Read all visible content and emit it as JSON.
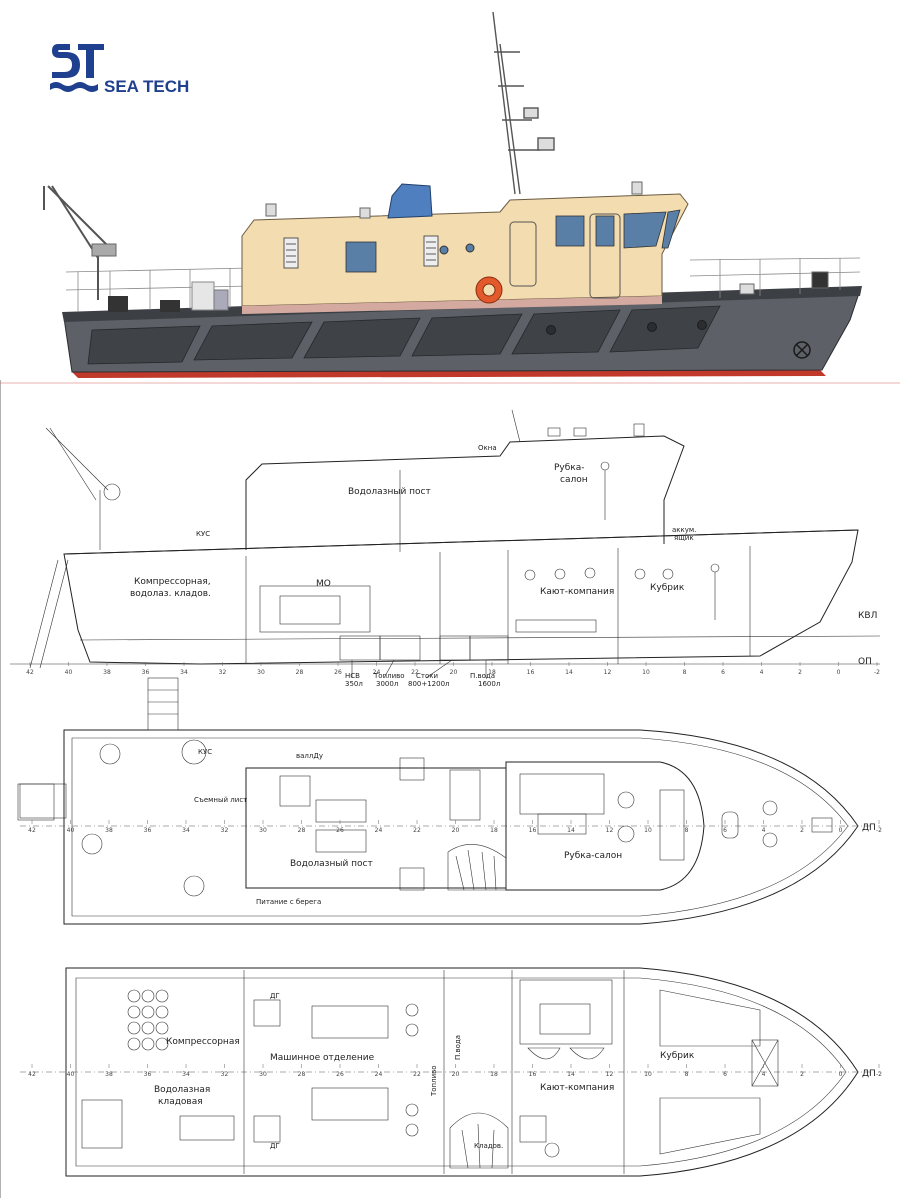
{
  "brand": {
    "name": "SEA TECH",
    "color": "#1f3f8f"
  },
  "colors": {
    "superstructure": "#f3dcb0",
    "hull": "#5d6066",
    "hull_dark": "#3c3f44",
    "waterline": "#c0392b",
    "funnel": "#4f7fbf",
    "lifebuoy": "#e2592b"
  },
  "profile": {
    "labels": {
      "diving_post": "Водолазный пост",
      "wheelhouse_a": "Рубка-",
      "wheelhouse_b": "салон",
      "compressor_a": "Компрессорная,",
      "compressor_b": "водолаз. кладов.",
      "engine_room": "МО",
      "mess": "Кают-компания",
      "cabin": "Кубрик",
      "battery_a": "аккум.",
      "battery_b": "ящик",
      "kvl": "КВЛ",
      "op": "ОП",
      "kus": "КУС",
      "windows": "Окна"
    },
    "tanks": [
      {
        "name": "НСВ",
        "volume": "350л"
      },
      {
        "name": "Топливо",
        "volume": "3000л"
      },
      {
        "name": "Стоки",
        "volume": "800+1200л"
      },
      {
        "name": "П.вода",
        "volume": "1600л"
      }
    ]
  },
  "frames": [
    "42",
    "40",
    "38",
    "36",
    "34",
    "32",
    "30",
    "28",
    "26",
    "24",
    "22",
    "20",
    "18",
    "16",
    "14",
    "12",
    "10",
    "8",
    "6",
    "4",
    "2",
    "0",
    "-2"
  ],
  "deck_plan": {
    "labels": {
      "diving_post": "Водолазный пост",
      "wheelhouse": "Рубка-салон",
      "kus": "КУС",
      "removable_sheet": "Съемный лист",
      "supply_from_shore": "Питание с берега",
      "dp": "ДП",
      "vallu": "валлДу"
    }
  },
  "lower_plan": {
    "labels": {
      "compressor": "Компрессорная",
      "engine_room": "Машинное отделение",
      "diving_store_a": "Водолазная",
      "diving_store_b": "кладовая",
      "mess": "Кают-компания",
      "cabin": "Кубрик",
      "store": "Кладов.",
      "dp": "ДП",
      "dg": "ДГ",
      "fuel": "Топливо",
      "water": "П.вода"
    }
  }
}
